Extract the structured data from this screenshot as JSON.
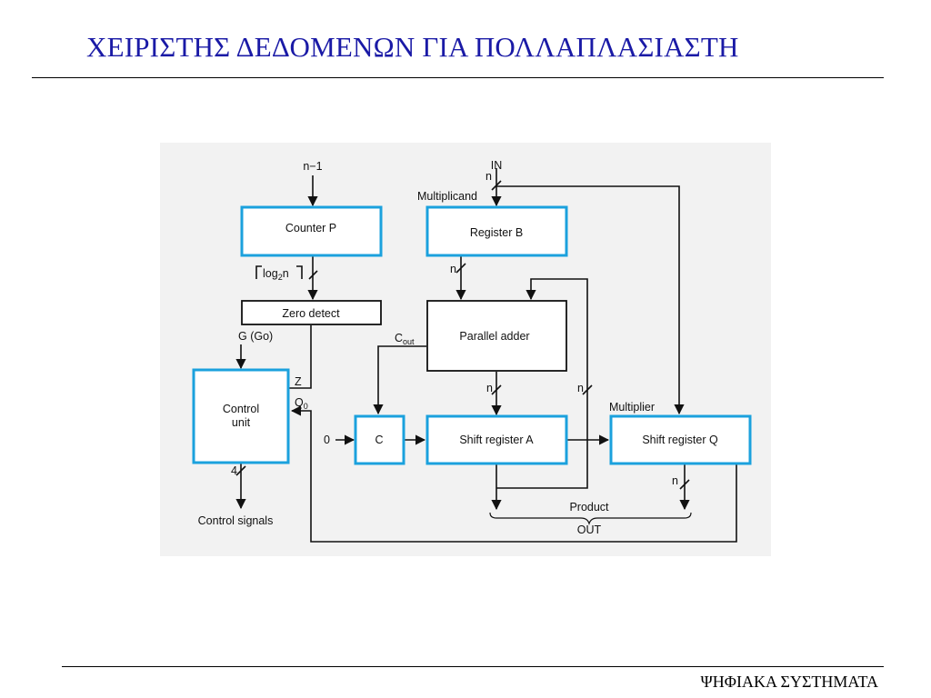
{
  "slide": {
    "title": "ΧΕΙΡΙΣΤΗΣ ΔΕΔΟΜΕΝΩΝ ΓΙΑ ΠΟΛΛΑΠΛΑΣΙΑΣΤΗ",
    "footer": "ΨΗΦΙΑΚΑ ΣΥΣΤΗΜΑΤΑ"
  },
  "diagram": {
    "colors": {
      "block_border": "#1ba1dd",
      "line": "#111111",
      "title": "#1a1aa6"
    },
    "blocks": {
      "counter_p": "Counter P",
      "register_b": "Register B",
      "zero_detect": "Zero detect",
      "parallel_adder": "Parallel adder",
      "control_unit_line1": "Control",
      "control_unit_line2": "unit",
      "c": "C",
      "shift_register_a": "Shift register A",
      "shift_register_q": "Shift register Q"
    },
    "labels": {
      "n_minus_1": "n−1",
      "in": "IN",
      "n_in": "n",
      "multiplicand": "Multiplicand",
      "log_main": "log",
      "log_sub": "2",
      "log_n": "n",
      "n_b": "n",
      "g_go": "G (Go)",
      "c_out_main": "C",
      "c_out_sub": "out",
      "z": "Z",
      "q0_main": "Q",
      "q0_sub": "0",
      "zero_in": "0",
      "n_adder_out": "n",
      "n_feedback": "n",
      "multiplier": "Multiplier",
      "four": "4",
      "n_q_out": "n",
      "product": "Product",
      "out": "OUT",
      "control_signals": "Control signals"
    }
  }
}
